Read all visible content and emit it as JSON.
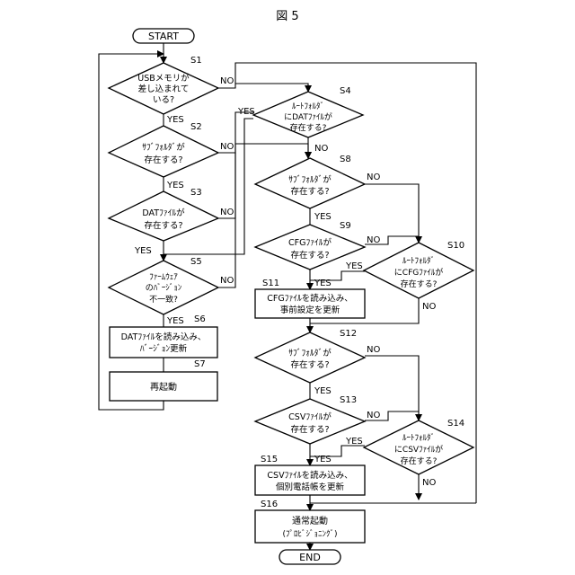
{
  "title": "図 5",
  "start": "START",
  "end": "END",
  "yes": "YES",
  "no": "NO",
  "steps": {
    "s1": {
      "id": "S1",
      "lines": [
        "USBメモリが",
        "差し込まれて",
        "いる?"
      ]
    },
    "s2": {
      "id": "S2",
      "lines": [
        "ｻﾌﾞﾌｫﾙﾀﾞが",
        "存在する?"
      ]
    },
    "s3": {
      "id": "S3",
      "lines": [
        "DATﾌｧｲﾙが",
        "存在する?"
      ]
    },
    "s4": {
      "id": "S4",
      "lines": [
        "ﾙｰﾄﾌｫﾙﾀﾞ",
        "にDATﾌｧｲﾙが",
        "存在する?"
      ]
    },
    "s5": {
      "id": "S5",
      "lines": [
        "ﾌｧｰﾑｳｪｱ",
        "のﾊﾞｰｼﾞｮﾝ",
        "不一致?"
      ]
    },
    "s6": {
      "id": "S6",
      "lines": [
        "DATﾌｧｲﾙを読み込み、",
        "ﾊﾞｰｼﾞｮﾝ更新"
      ]
    },
    "s7": {
      "id": "S7",
      "lines": [
        "再起動"
      ]
    },
    "s8": {
      "id": "S8",
      "lines": [
        "ｻﾌﾞﾌｫﾙﾀﾞが",
        "存在する?"
      ]
    },
    "s9": {
      "id": "S9",
      "lines": [
        "CFGﾌｧｲﾙが",
        "存在する?"
      ]
    },
    "s10": {
      "id": "S10",
      "lines": [
        "ﾙｰﾄﾌｫﾙﾀﾞ",
        "にCFGﾌｧｲﾙが",
        "存在する?"
      ]
    },
    "s11": {
      "id": "S11",
      "lines": [
        "CFGﾌｧｲﾙを読み込み、",
        "事前設定を更新"
      ]
    },
    "s12": {
      "id": "S12",
      "lines": [
        "ｻﾌﾞﾌｫﾙﾀﾞが",
        "存在する?"
      ]
    },
    "s13": {
      "id": "S13",
      "lines": [
        "CSVﾌｧｲﾙが",
        "存在する?"
      ]
    },
    "s14": {
      "id": "S14",
      "lines": [
        "ﾙｰﾄﾌｫﾙﾀﾞ",
        "にCSVﾌｧｲﾙが",
        "存在する?"
      ]
    },
    "s15": {
      "id": "S15",
      "lines": [
        "CSVﾌｧｲﾙを読み込み、",
        "個別電話帳を更新"
      ]
    },
    "s16": {
      "id": "S16",
      "lines": [
        "通常起動",
        "(ﾌﾟﾛﾋﾞｼﾞｮﾆﾝｸﾞ)"
      ]
    }
  }
}
